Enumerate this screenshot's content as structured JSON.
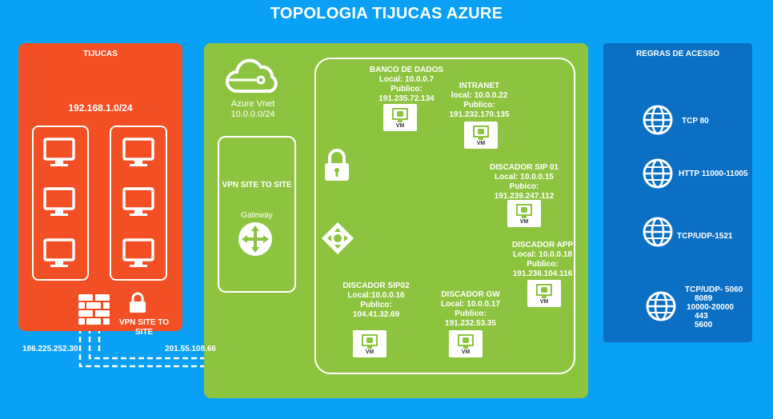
{
  "title": "TOPOLOGIA TIJUCAS AZURE",
  "tijucas": {
    "label": "TIJUCAS",
    "network": "192.168.1.0/24",
    "vpn_label": "VPN SITE TO SITE",
    "public_ip": "186.225.252.30"
  },
  "azure": {
    "vnet_label": "Azure Vnet",
    "vnet_cidr": "10.0.0.0/24",
    "vpn_label": "VPN SITE TO SITE",
    "gateway_label": "Gateway",
    "gateway_ip": "201.55.108.66",
    "vm_label": "VM",
    "vms": [
      {
        "name": "BANCO DE DADOS",
        "local": "Local: 10.0.0.7",
        "pub_label": "Publico:",
        "public": "191.235.72.134"
      },
      {
        "name": "INTRANET",
        "local": "local: 10.0.0.22",
        "pub_label": "Publico:",
        "public": "191.232.170.135"
      },
      {
        "name": "DISCADOR SIP 01",
        "local": "Local: 10.0.0.15",
        "pub_label": "Pubico:",
        "public": "191.239.247.112"
      },
      {
        "name": "DISCADOR APP",
        "local": "Local: 10.0.0.18",
        "pub_label": "Publico:",
        "public": "191.236.104.116"
      },
      {
        "name": "DISCADOR GW",
        "local": "Local: 10.0.0.17",
        "pub_label": "Publico:",
        "public": "191.232.53.35"
      },
      {
        "name": "DISCADOR SIP02",
        "local": "Local:10.0.0.16",
        "pub_label": "Publico:",
        "public": "104.41.32.69"
      }
    ]
  },
  "rules": {
    "title": "REGRAS DE ACESSO",
    "items": [
      {
        "lines": [
          "TCP 80"
        ]
      },
      {
        "lines": [
          "HTTP 11000-11005"
        ]
      },
      {
        "lines": [
          "TCP/UDP-1521"
        ]
      },
      {
        "lines": [
          "TCP/UDP- 5060",
          "8089",
          "10000-20000",
          "443",
          "5600"
        ]
      }
    ]
  },
  "colors": {
    "background": "#0aa0f5",
    "tijucas": "#f24f25",
    "azure": "#8dc43f",
    "rules": "#0b70c4"
  }
}
